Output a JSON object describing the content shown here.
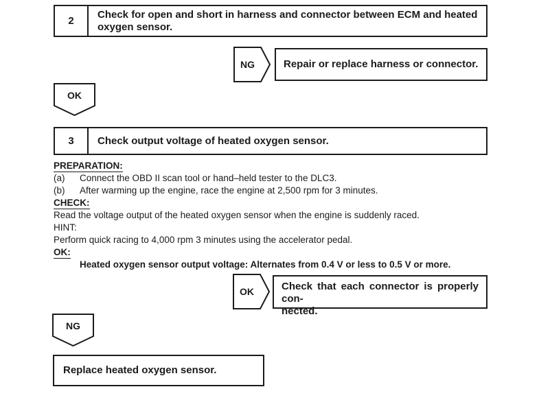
{
  "flowchart": {
    "step2": {
      "number": "2",
      "text": "Check for open and short in harness and connector between ECM and heated oxygen sensor."
    },
    "ng1": {
      "label": "NG",
      "result": "Repair or replace harness or connector."
    },
    "ok_flow": {
      "label": "OK"
    },
    "step3": {
      "number": "3",
      "text": "Check output voltage of heated oxygen sensor."
    },
    "details": {
      "preparation_heading": "PREPARATION:",
      "prep_items": [
        {
          "marker": "(a)",
          "text": "Connect the OBD II scan tool or hand–held tester to the DLC3."
        },
        {
          "marker": "(b)",
          "text": "After warming up the engine, race the engine at 2,500 rpm for 3 minutes."
        }
      ],
      "check_heading": "CHECK:",
      "check_text": "Read the voltage output of the heated oxygen sensor when the engine is suddenly raced.",
      "hint_heading": "HINT:",
      "hint_text": "Perform quick racing to 4,000 rpm 3 minutes using the accelerator pedal.",
      "ok_heading": "OK:",
      "ok_spec": "Heated oxygen sensor output voltage: Alternates from 0.4 V or less to 0.5 V or more."
    },
    "ok2": {
      "label": "OK",
      "result_line1": "Check that each connector is properly con-",
      "result_line2": "nected."
    },
    "ng_flow": {
      "label": "NG"
    },
    "final": {
      "text": "Replace heated oxygen sensor."
    }
  }
}
